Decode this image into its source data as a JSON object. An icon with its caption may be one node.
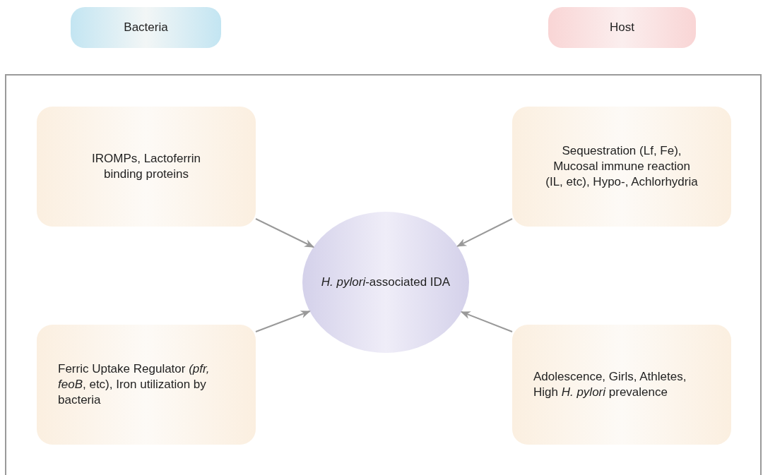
{
  "diagram": {
    "nodes": [
      {
        "text": [
          "Bacteria"
        ]
      },
      {
        "text": [
          "Host"
        ]
      },
      {
        "text": [
          "IROMPs, Lactoferrin binding proteins"
        ]
      },
      {
        "text": [
          "Sequestration (Lf, Fe), Mucosal immune reaction (IL, etc), Hypo-, Achlorhydria"
        ]
      },
      {
        "text": [
          "*H. pylori*-associated IDA"
        ]
      },
      {
        "text": [
          "Ferric Uptake Regulator *(pfr, feoB*, etc), Iron utilization by bacteria"
        ]
      },
      {
        "text": [
          "Adolescence, Girls, Athletes, High *H. pylori* prevalence"
        ]
      }
    ],
    "edges": [
      {
        "from": 2,
        "to": 4,
        "arrow": "to"
      },
      {
        "from": 3,
        "to": 4,
        "arrow": "to"
      },
      {
        "from": 5,
        "to": 4,
        "arrow": "to"
      },
      {
        "from": 6,
        "to": 4,
        "arrow": "to"
      }
    ]
  }
}
